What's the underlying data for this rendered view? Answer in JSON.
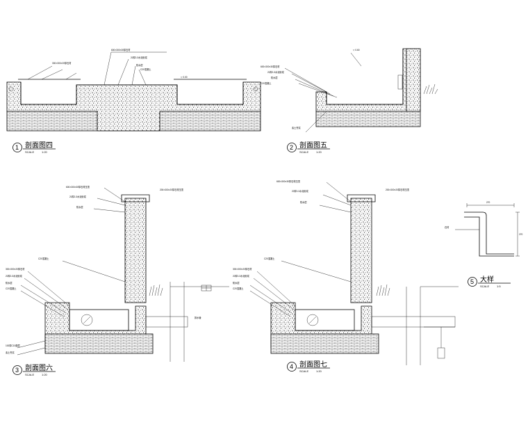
{
  "sections": [
    {
      "number": "1",
      "title": "剖面图四",
      "scale_label": "SCALE",
      "scale_value": "1:20"
    },
    {
      "number": "2",
      "title": "剖面图五",
      "scale_label": "SCALE",
      "scale_value": "1:20"
    },
    {
      "number": "3",
      "title": "剖面图六",
      "scale_label": "SCALE",
      "scale_value": "1:20"
    },
    {
      "number": "4",
      "title": "剖面图七",
      "scale_label": "SCALE",
      "scale_value": "1:20"
    },
    {
      "number": "5",
      "title": "大样",
      "scale_label": "SCALE",
      "scale_value": "1:5"
    }
  ],
  "detail": {
    "dim_top": "270",
    "dim_side": "270"
  },
  "icons": [
    "shrub-icon",
    "valve-icon"
  ]
}
